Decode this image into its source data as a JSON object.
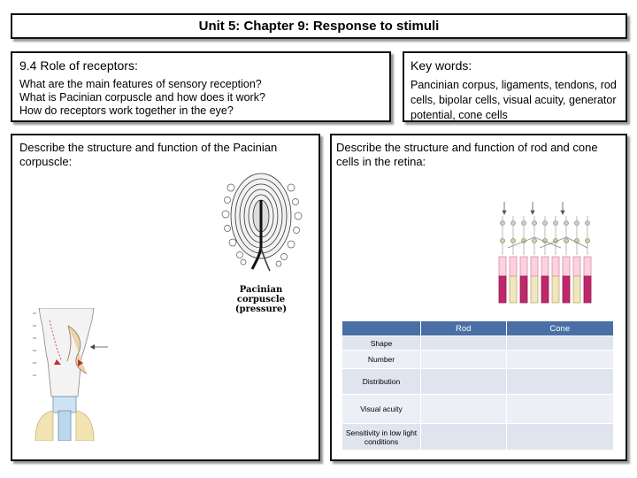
{
  "title": "Unit 5: Chapter 9: Response to stimuli",
  "roles": {
    "heading": "9.4 Role of receptors:",
    "questions": [
      "What are the main features of sensory reception?",
      "What is Pacinian corpuscle and how does it work?",
      "How do receptors work together in the eye?"
    ]
  },
  "key_words": {
    "heading": "Key words:",
    "body": "Pancinian corpus, ligaments, tendons, rod cells, bipolar cells, visual acuity, generator potential, cone cells"
  },
  "pacinian": {
    "prompt": "Describe the structure and function of the Pacinian corpuscle:",
    "figure_label_line1": "Pacinian corpuscle",
    "figure_label_line2": "(pressure)"
  },
  "rod_cone": {
    "prompt": "Describe the structure and function of rod and cone cells in the retina:",
    "table": {
      "headers": [
        "",
        "Rod",
        "Cone"
      ],
      "rows": [
        "Shape",
        "Number",
        "Distribution",
        "Visual acuity",
        "Sensitivity in low light conditions"
      ]
    }
  },
  "colors": {
    "table_header": "#4a6fa5",
    "table_row": "#dfe4ee",
    "rod_pink": "#c0286a",
    "cone_pale": "#f0e6c0"
  }
}
